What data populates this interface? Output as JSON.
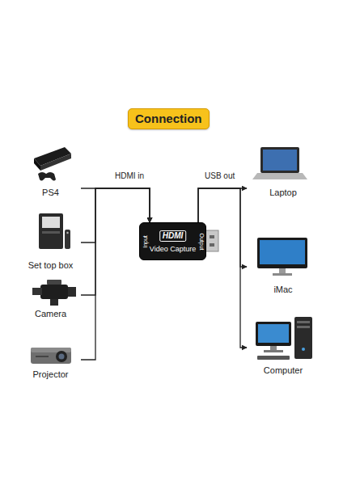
{
  "diagram": {
    "title": "Connection",
    "nodes": [
      {
        "text": [
          "PS4"
        ]
      },
      {
        "text": [
          "Set top box"
        ]
      },
      {
        "text": [
          "Camera"
        ]
      },
      {
        "text": [
          "Projector"
        ]
      },
      {
        "text": [
          "HDMI",
          "Video Capture",
          "Input",
          "Output"
        ]
      },
      {
        "text": [
          "Laptop"
        ]
      },
      {
        "text": [
          "iMac"
        ]
      },
      {
        "text": [
          "Computer"
        ]
      }
    ],
    "edges": [
      {
        "from": 0,
        "to": 4,
        "arrow": "to"
      },
      {
        "from": 1,
        "to": 4,
        "arrow": "to"
      },
      {
        "from": 2,
        "to": 4,
        "arrow": "to"
      },
      {
        "from": 3,
        "to": 4,
        "arrow": "to"
      },
      {
        "from": 4,
        "to": 5,
        "arrow": "to"
      },
      {
        "from": 4,
        "to": 6,
        "arrow": "to"
      },
      {
        "from": 4,
        "to": 7,
        "arrow": "to"
      }
    ],
    "labels": [
      "HDMI in",
      "USB out"
    ]
  }
}
